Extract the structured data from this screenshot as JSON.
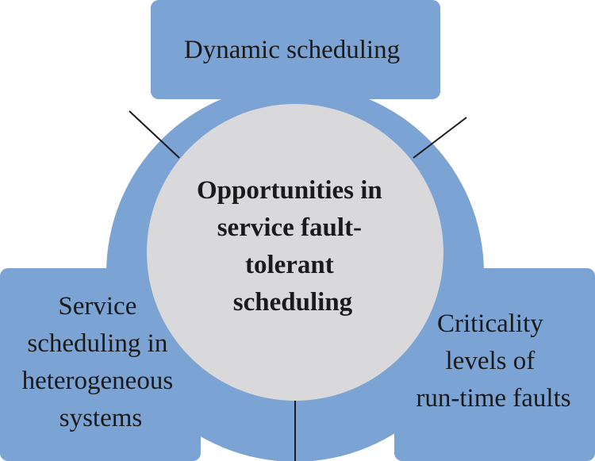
{
  "center": {
    "lines": [
      "Opportunities in",
      "service fault-",
      "tolerant",
      "scheduling"
    ]
  },
  "segments": {
    "top": {
      "lines": [
        "Dynamic scheduling"
      ]
    },
    "left": {
      "lines": [
        "Service",
        "scheduling in",
        "heterogeneous",
        "systems"
      ]
    },
    "right": {
      "lines": [
        "Criticality",
        "levels of",
        "run-time faults"
      ]
    }
  },
  "colors": {
    "segment_fill": "#7ba3d3",
    "center_fill": "#d9d9dc",
    "separator": "#1a1a1a",
    "text": "#1a1a1a"
  }
}
